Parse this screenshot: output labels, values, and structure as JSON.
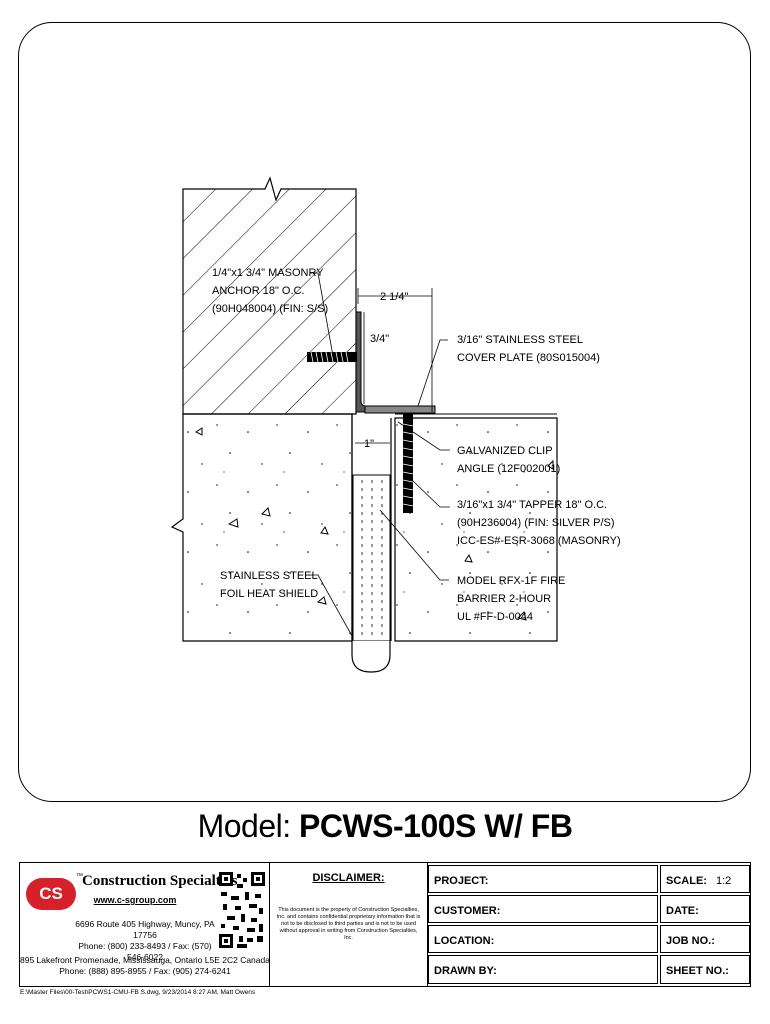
{
  "drawing": {
    "callouts": {
      "anchor": [
        "1/4\"x1 3/4\" MASONRY",
        "ANCHOR 18\" O.C.",
        "(90H048004) (FIN: S/S)"
      ],
      "dim_width": "2 1/4\"",
      "dim_height": "3/4\"",
      "dim_gap": "1\"",
      "cover_plate": [
        "3/16\" STAINLESS STEEL",
        "COVER PLATE (80S015004)"
      ],
      "clip_angle": [
        "GALVANIZED CLIP",
        "ANGLE (12F002001)"
      ],
      "tapper": [
        "3/16\"x1 3/4\" TAPPER 18\" O.C.",
        "(90H236004) (FIN: SILVER P/S)",
        "ICC-ES#-ESR-3068 (MASONRY)"
      ],
      "foil": [
        "STAINLESS STEEL",
        "FOIL HEAT SHIELD"
      ],
      "fire_barrier": [
        "MODEL RFX-1F FIRE",
        "BARRIER 2-HOUR",
        "UL #FF-D-0044"
      ]
    }
  },
  "model": {
    "prefix": "Model: ",
    "name": "PCWS-100S W/ FB"
  },
  "title_block": {
    "logo_text": "CS",
    "trademark": "™",
    "company": "Construction Specialties",
    "url": "www.c-sgroup.com",
    "address_us": [
      "6696 Route 405 Highway, Muncy, PA 17756",
      "Phone: (800) 233-8493 / Fax: (570) 546-6022"
    ],
    "address_ca": [
      "895 Lakefront Promenade, Mississauga, Ontario L5E 2C2 Canada",
      "Phone: (888) 895-8955 / Fax: (905) 274-6241"
    ],
    "disclaimer_title": "DISCLAIMER:",
    "disclaimer_text": "This document is the property of Construction Specialties, Inc. and contains confidential proprietary information that is not to be disclosed to third parties and is not to be used without approval in writing from Construction Specialties, Inc.",
    "project_label": "PROJECT:",
    "customer_label": "CUSTOMER:",
    "location_label": "LOCATION:",
    "drawn_by_label": "DRAWN BY:",
    "scale_label": "SCALE:",
    "scale_value": "1:2",
    "date_label": "DATE:",
    "job_no_label": "JOB NO.:",
    "sheet_no_label": "SHEET NO.:"
  },
  "file_path": "E:\\Master Files\\00-Test\\PCWS1-CMU-FB S.dwg, 9/23/2014 8:27 AM, Matt Owens"
}
